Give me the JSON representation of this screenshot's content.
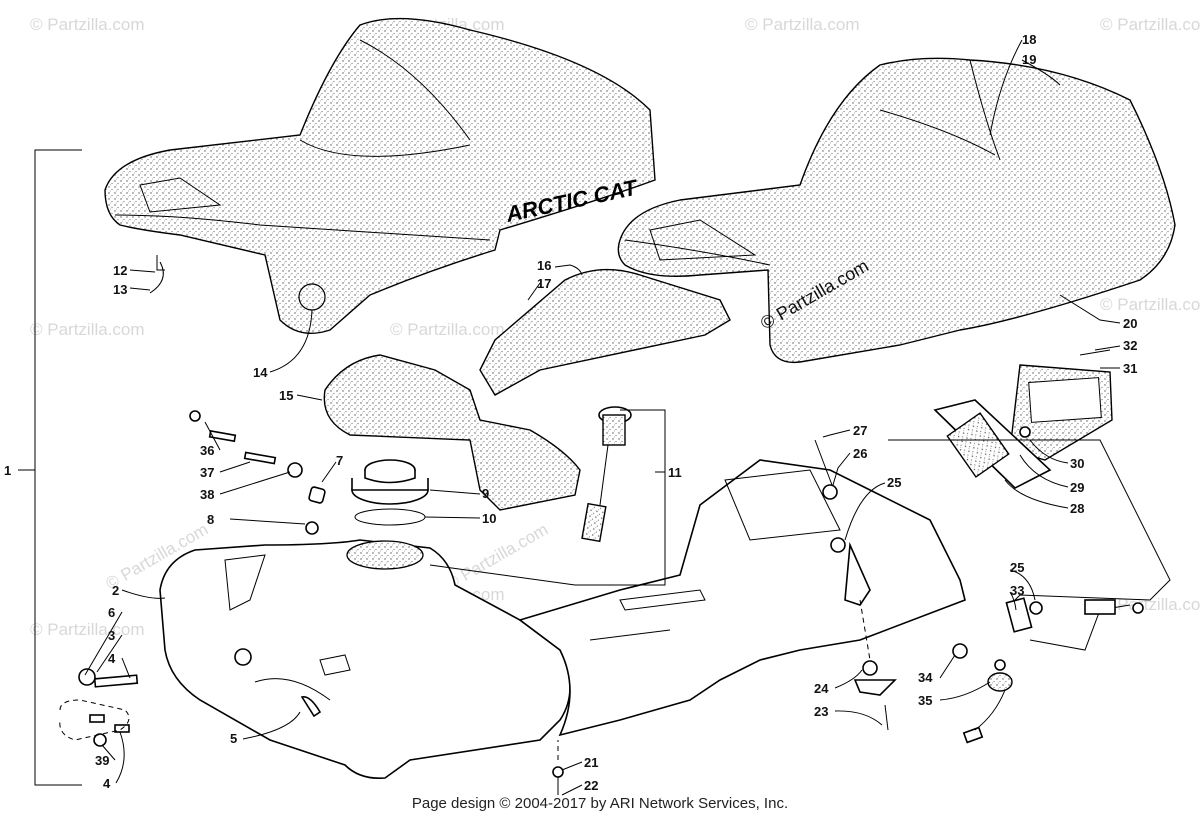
{
  "watermark": "© Partzilla.com",
  "seat_brand": "ARCTIC CAT",
  "center_watermark": "© Partzilla.com",
  "footer": "Page design © 2004-2017 by ARI Network Services, Inc.",
  "callouts": [
    "1",
    "2",
    "3",
    "4",
    "4",
    "5",
    "6",
    "7",
    "8",
    "9",
    "10",
    "11",
    "12",
    "13",
    "14",
    "15",
    "16",
    "17",
    "18",
    "19",
    "20",
    "21",
    "22",
    "23",
    "24",
    "25",
    "25",
    "26",
    "27",
    "28",
    "29",
    "30",
    "31",
    "32",
    "33",
    "34",
    "35",
    "36",
    "37",
    "38",
    "39"
  ]
}
